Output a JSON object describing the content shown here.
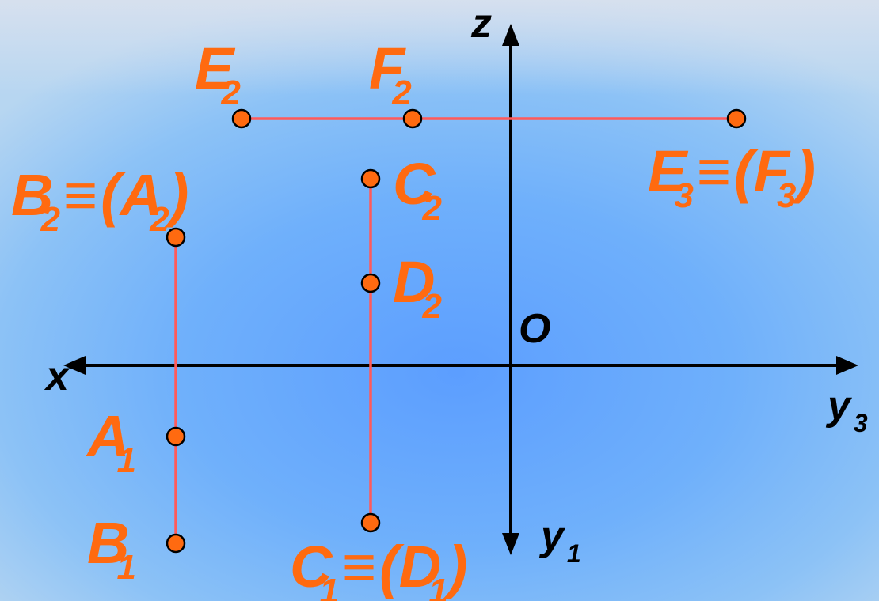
{
  "axes": {
    "z": "z",
    "x": "x",
    "y3": {
      "base": "y",
      "sub": "3"
    },
    "y1": {
      "base": "y",
      "sub": "1"
    },
    "origin": "O"
  },
  "labels": {
    "E2": {
      "base": "E",
      "sub": "2"
    },
    "F2": {
      "base": "F",
      "sub": "2"
    },
    "E3F3": {
      "base": "E",
      "sub": "3",
      "eq": "≡",
      "open": "(",
      "base2": "F",
      "sub2": "3",
      "close": ")"
    },
    "B2A2": {
      "base": "B",
      "sub": "2",
      "eq": "≡",
      "open": "(",
      "base2": "A",
      "sub2": "2",
      "close": ")"
    },
    "C2": {
      "base": "C",
      "sub": "2"
    },
    "D2": {
      "base": "D",
      "sub": "2"
    },
    "A1": {
      "base": "A",
      "sub": "1"
    },
    "B1": {
      "base": "B",
      "sub": "1"
    },
    "C1D1": {
      "base": "C",
      "sub": "1",
      "eq": "≡",
      "open": "(",
      "base2": "D",
      "sub2": "1",
      "close": ")"
    }
  },
  "colors": {
    "point_fill": "#ff6a10",
    "link_line": "#ff5a5a",
    "axis_line": "#000000",
    "label": "#ff6a10"
  }
}
